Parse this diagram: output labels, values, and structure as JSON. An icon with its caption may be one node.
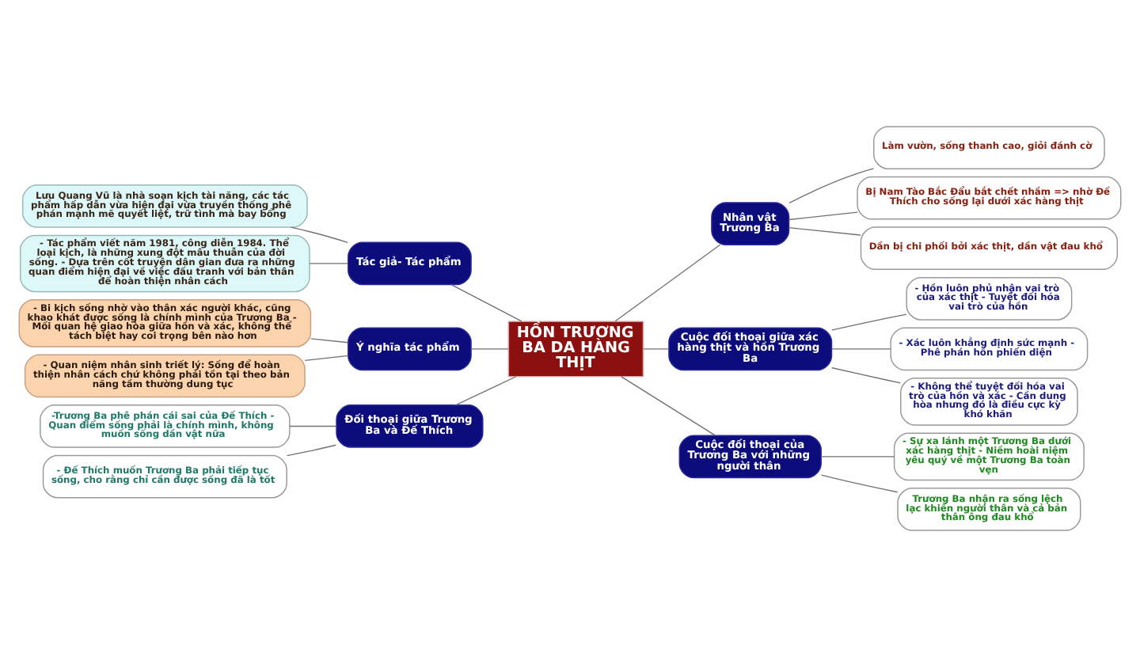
{
  "diagram": {
    "nodes": [
      {
        "text": [
          "HỒN TRƯƠNG BA DA HÀNG THỊT"
        ]
      },
      {
        "text": [
          "Tác giả- Tác phẩm"
        ]
      },
      {
        "text": [
          "Lưu Quang Vũ là nhà soạn kịch tài năng, các tác phẩm hấp dẫn vừa hiện đại vừa truyền thống phê phán mạnh mẽ quyết liệt, trữ tình mà bay bổng"
        ]
      },
      {
        "text": [
          "- Tác phẩm viết năm 1981, công diễn 1984. Thể loại kịch, là những xung đột mâu thuẫn của đời sống. - Dựa trên cốt truyện dân gian đưa ra những quan điểm hiện đại về việc đấu tranh với bản thân để hoàn thiện nhân cách"
        ]
      },
      {
        "text": [
          "Ý nghĩa tác phẩm"
        ]
      },
      {
        "text": [
          "- Bi kịch sống nhờ vào thân xác người khác, cũng khao khát được sống là chính mình của Trương Ba - Mối quan hệ giao hòa giữa hồn và xác, không thể tách biệt hay coi trọng bên nào hơn"
        ]
      },
      {
        "text": [
          "- Quan niệm nhân sinh triết lý: Sống để hoàn thiện nhân cách chứ không phải tồn tại theo bản năng tầm thường dung tục"
        ]
      },
      {
        "text": [
          "Đối thoại giữa Trương Ba và Đế Thích"
        ]
      },
      {
        "text": [
          "-Trương Ba phê phán cái sai của Đế Thích - Quan điểm sống phải là chính mình, không muốn sống dần vật nữa"
        ]
      },
      {
        "text": [
          "- Đế Thích muốn Trương Ba phải tiếp tục sống, cho rằng chỉ cần được sống đã là tốt"
        ]
      },
      {
        "text": [
          "Nhân vật Trương Ba"
        ]
      },
      {
        "text": [
          "Làm vườn, sống thanh cao, giỏi đánh cờ"
        ]
      },
      {
        "text": [
          "Bị Nam Tào Bắc Đẩu bắt chết nhầm => nhờ Đế Thích cho sống lại dưới xác hàng thịt"
        ]
      },
      {
        "text": [
          "Dần bị chi phối bởi xác thịt, dần vật đau khổ"
        ]
      },
      {
        "text": [
          "Cuộc đối thoại giữa xác hàng thịt và hồn Trương Ba"
        ]
      },
      {
        "text": [
          "- Hồn luôn phủ nhận vai trò của xác thịt - Tuyệt đối hóa vai trò của hồn"
        ]
      },
      {
        "text": [
          "- Xác luôn khẳng định sức mạnh - Phê phán hồn phiến diện"
        ]
      },
      {
        "text": [
          "- Không thể tuyệt đối hóa vai trò của hồn và xác - Cần dung hòa nhưng đó là điều cực kỳ khó khăn"
        ]
      },
      {
        "text": [
          "Cuộc đối thoại của Trương Ba với những người thân"
        ]
      },
      {
        "text": [
          "- Sự xa lánh một Trương Ba dưới xác hàng thịt - Niềm hoài niệm yêu quý về một Trương Ba toàn vẹn"
        ]
      },
      {
        "text": [
          "Trương Ba nhận ra sống lệch lạc khiến người thân và cả bản thân ông đau khổ"
        ]
      }
    ],
    "edges": [
      {
        "from": 2,
        "to": 1,
        "arrow": "none"
      },
      {
        "from": 3,
        "to": 1,
        "arrow": "none"
      },
      {
        "from": 1,
        "to": 0,
        "arrow": "none"
      },
      {
        "from": 5,
        "to": 4,
        "arrow": "none"
      },
      {
        "from": 6,
        "to": 4,
        "arrow": "none"
      },
      {
        "from": 4,
        "to": 0,
        "arrow": "none"
      },
      {
        "from": 8,
        "to": 7,
        "arrow": "none"
      },
      {
        "from": 9,
        "to": 7,
        "arrow": "none"
      },
      {
        "from": 7,
        "to": 0,
        "arrow": "none"
      },
      {
        "from": 0,
        "to": 10,
        "arrow": "none"
      },
      {
        "from": 10,
        "to": 11,
        "arrow": "none"
      },
      {
        "from": 10,
        "to": 12,
        "arrow": "none"
      },
      {
        "from": 10,
        "to": 13,
        "arrow": "none"
      },
      {
        "from": 0,
        "to": 14,
        "arrow": "none"
      },
      {
        "from": 14,
        "to": 15,
        "arrow": "none"
      },
      {
        "from": 14,
        "to": 16,
        "arrow": "none"
      },
      {
        "from": 14,
        "to": 17,
        "arrow": "none"
      },
      {
        "from": 0,
        "to": 18,
        "arrow": "none"
      },
      {
        "from": 18,
        "to": 19,
        "arrow": "none"
      },
      {
        "from": 18,
        "to": 20,
        "arrow": "none"
      }
    ]
  }
}
